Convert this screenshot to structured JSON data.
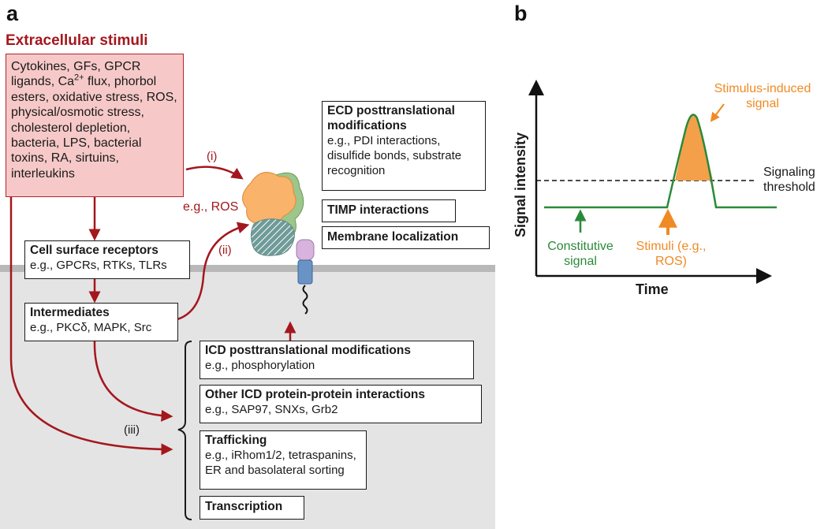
{
  "panel_a": {
    "letter": "a",
    "stimuli_title": "Extracellular stimuli",
    "stimuli_text_pre": "Cytokines, GFs, GPCR ligands, Ca",
    "stimuli_sup": "2+",
    "stimuli_text_post": " flux, phorbol esters, oxidative stress, ROS, physical/osmotic stress, cholesterol depletion, bacteria, LPS, bacterial toxins, RA, sirtuins, interleukins",
    "route_i": "(i)",
    "route_ii": "(ii)",
    "route_iii": "(iii)",
    "ros_label": "e.g., ROS",
    "cell_surface": {
      "title": "Cell surface receptors",
      "text": "e.g., GPCRs, RTKs, TLRs"
    },
    "intermediates": {
      "title": "Intermediates",
      "text": "e.g., PKCδ, MAPK, Src"
    },
    "ecd_ptm": {
      "title": "ECD posttranslational modifications",
      "text": "e.g., PDI interactions, disulfide bonds, substrate recognition"
    },
    "timp": "TIMP interactions",
    "membrane_loc": "Membrane localization",
    "icd_ptm": {
      "title": "ICD posttranslational modifications",
      "text": "e.g., phosphorylation"
    },
    "icd_ppi": {
      "title": "Other ICD protein-protein interactions",
      "text": "e.g., SAP97, SNXs, Grb2"
    },
    "trafficking": {
      "title": "Trafficking",
      "text": "e.g., iRhom1/2, tetraspanins, ER and basolateral sorting"
    },
    "transcription": "Transcription"
  },
  "panel_b": {
    "letter": "b",
    "ylabel": "Signal intensity",
    "xlabel": "Time",
    "threshold_label": "Signaling threshold",
    "stimulus_signal_label": "Stimulus-induced signal",
    "constitutive_label": "Constitutive signal",
    "stimuli_label": "Stimuli (e.g., ROS)"
  },
  "colors": {
    "red": "#a3171d",
    "pink_fill": "#f6c9c8",
    "green": "#2a8a3a",
    "orange": "#f08a24",
    "membrane": "#b8b8b8",
    "cytoplasm": "#e4e4e4"
  }
}
